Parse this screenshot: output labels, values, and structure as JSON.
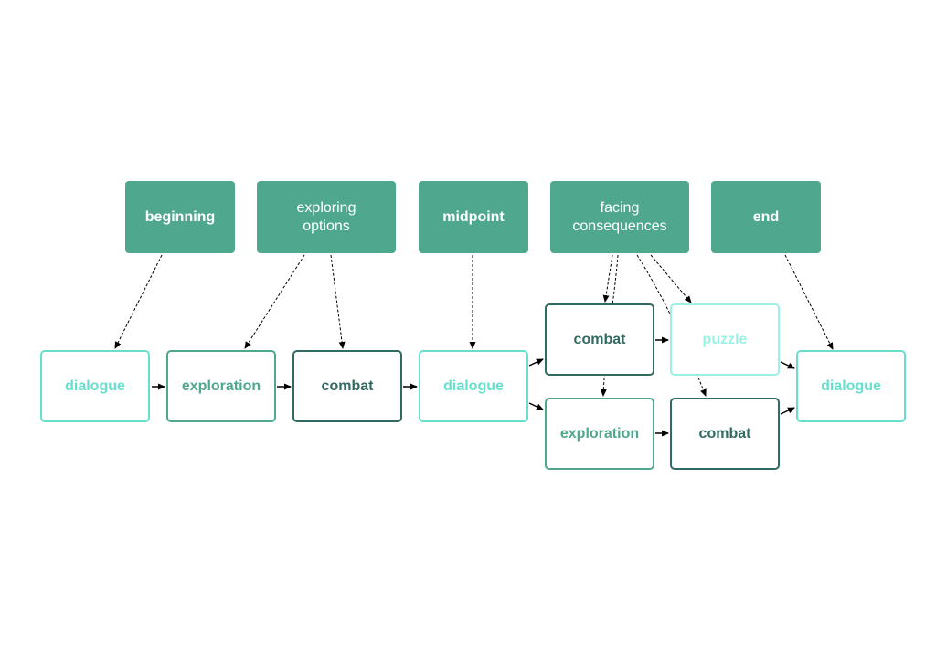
{
  "colors": {
    "phase_fill": "#4fa88d",
    "dialogue": "#66dfcd",
    "exploration": "#4fa88d",
    "combat": "#316a62",
    "puzzle": "#9cf1e5",
    "arrow": "#000000"
  },
  "phases": [
    {
      "label": "beginning"
    },
    {
      "label": "exploring\noptions"
    },
    {
      "label": "midpoint"
    },
    {
      "label": "facing\nconsequences"
    },
    {
      "label": "end"
    }
  ],
  "nodes": [
    {
      "label": "dialogue",
      "kind": "dialogue"
    },
    {
      "label": "exploration",
      "kind": "exploration"
    },
    {
      "label": "combat",
      "kind": "combat"
    },
    {
      "label": "dialogue",
      "kind": "dialogue"
    },
    {
      "label": "combat",
      "kind": "combat"
    },
    {
      "label": "puzzle",
      "kind": "puzzle"
    },
    {
      "label": "exploration",
      "kind": "exploration"
    },
    {
      "label": "combat",
      "kind": "combat"
    },
    {
      "label": "dialogue",
      "kind": "dialogue"
    }
  ]
}
